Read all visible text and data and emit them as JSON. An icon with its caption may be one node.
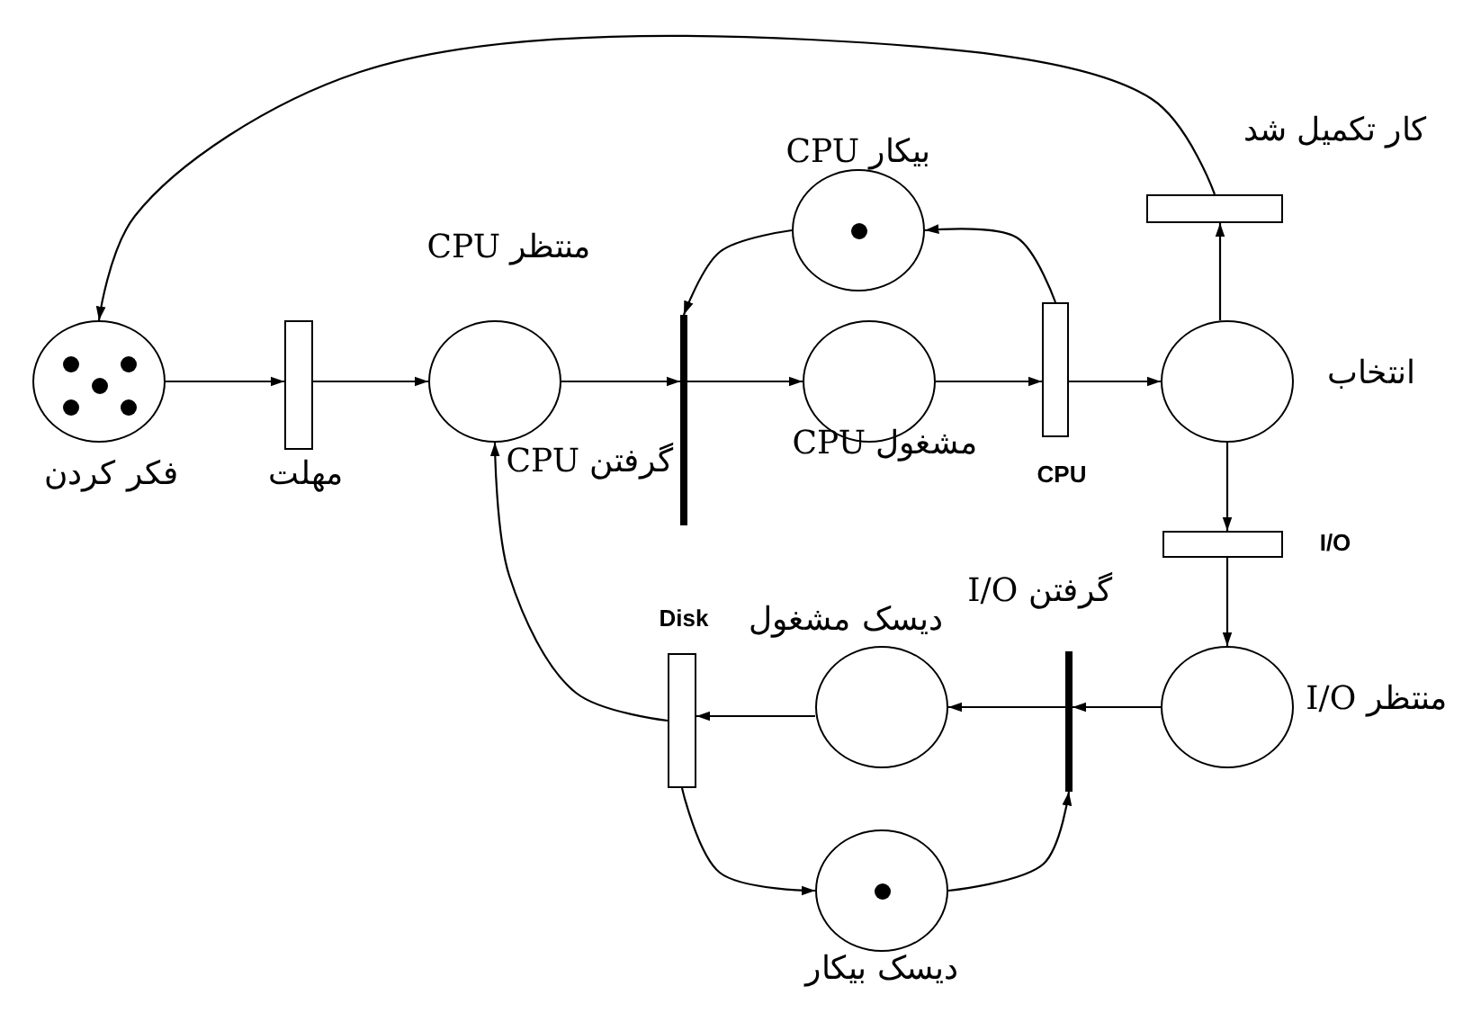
{
  "diagram": {
    "nodes": [
      {
        "text": [],
        "shape": "circle",
        "beside": [
          "فکر کردن"
        ]
      },
      {
        "text": [],
        "shape": "bar",
        "beside": [
          "مهلت"
        ]
      },
      {
        "text": [],
        "shape": "circle",
        "beside": [
          "منتظر CPU"
        ]
      },
      {
        "text": [],
        "shape": "bar",
        "beside": [
          "گرفتن CPU"
        ]
      },
      {
        "text": [],
        "shape": "circle",
        "beside": [
          "بیکار CPU"
        ]
      },
      {
        "text": [],
        "shape": "circle",
        "beside": [
          "مشغول CPU"
        ]
      },
      {
        "text": [],
        "shape": "bar",
        "beside": [
          "CPU"
        ]
      },
      {
        "text": [],
        "shape": "circle",
        "beside": [
          "انتخاب"
        ]
      },
      {
        "text": [],
        "shape": "bar",
        "beside": [
          "کار تکمیل شد"
        ]
      },
      {
        "text": [],
        "shape": "bar",
        "beside": [
          "I/O"
        ]
      },
      {
        "text": [],
        "shape": "circle",
        "beside": [
          "منتظر I/O"
        ]
      },
      {
        "text": [],
        "shape": "bar",
        "beside": [
          "گرفتن I/O"
        ]
      },
      {
        "text": [],
        "shape": "circle",
        "beside": [
          "دیسک مشغول"
        ]
      },
      {
        "text": [],
        "shape": "bar",
        "beside": [
          "Disk"
        ]
      },
      {
        "text": [],
        "shape": "circle",
        "beside": [
          "دیسک بیکار"
        ]
      }
    ],
    "edges": [
      {
        "from": 0,
        "to": 1,
        "arrow": "to"
      },
      {
        "from": 1,
        "to": 2,
        "arrow": "to"
      },
      {
        "from": 2,
        "to": 3,
        "arrow": "to"
      },
      {
        "from": 3,
        "to": 5,
        "arrow": "to"
      },
      {
        "from": 4,
        "to": 3,
        "arrow": "to"
      },
      {
        "from": 5,
        "to": 6,
        "arrow": "to"
      },
      {
        "from": 6,
        "to": 4,
        "arrow": "to"
      },
      {
        "from": 6,
        "to": 7,
        "arrow": "to"
      },
      {
        "from": 7,
        "to": 8,
        "arrow": "to"
      },
      {
        "from": 8,
        "to": 0,
        "arrow": "to"
      },
      {
        "from": 7,
        "to": 9,
        "arrow": "to"
      },
      {
        "from": 9,
        "to": 10,
        "arrow": "to"
      },
      {
        "from": 10,
        "to": 11,
        "arrow": "to"
      },
      {
        "from": 11,
        "to": 12,
        "arrow": "to"
      },
      {
        "from": 14,
        "to": 11,
        "arrow": "to"
      },
      {
        "from": 12,
        "to": 13,
        "arrow": "to"
      },
      {
        "from": 13,
        "to": 14,
        "arrow": "to"
      },
      {
        "from": 13,
        "to": 2,
        "arrow": "to"
      }
    ]
  }
}
